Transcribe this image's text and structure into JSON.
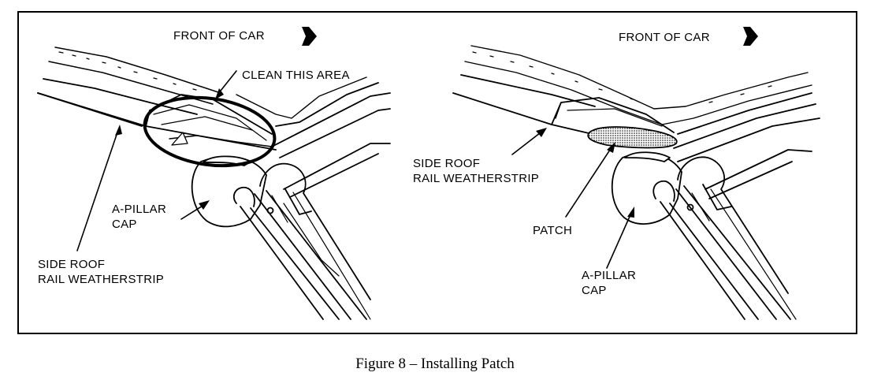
{
  "caption": "Figure 8 – Installing Patch",
  "left_panel": {
    "front_label": "FRONT OF CAR",
    "clean_label": "CLEAN THIS AREA",
    "a_pillar_label_1": "A-PILLAR",
    "a_pillar_label_2": "CAP",
    "weatherstrip_label_1": "SIDE ROOF",
    "weatherstrip_label_2": "RAIL WEATHERSTRIP"
  },
  "right_panel": {
    "front_label": "FRONT OF CAR",
    "weatherstrip_label_1": "SIDE ROOF",
    "weatherstrip_label_2": "RAIL WEATHERSTRIP",
    "patch_label": "PATCH",
    "a_pillar_label_1": "A-PILLAR",
    "a_pillar_label_2": "CAP"
  }
}
